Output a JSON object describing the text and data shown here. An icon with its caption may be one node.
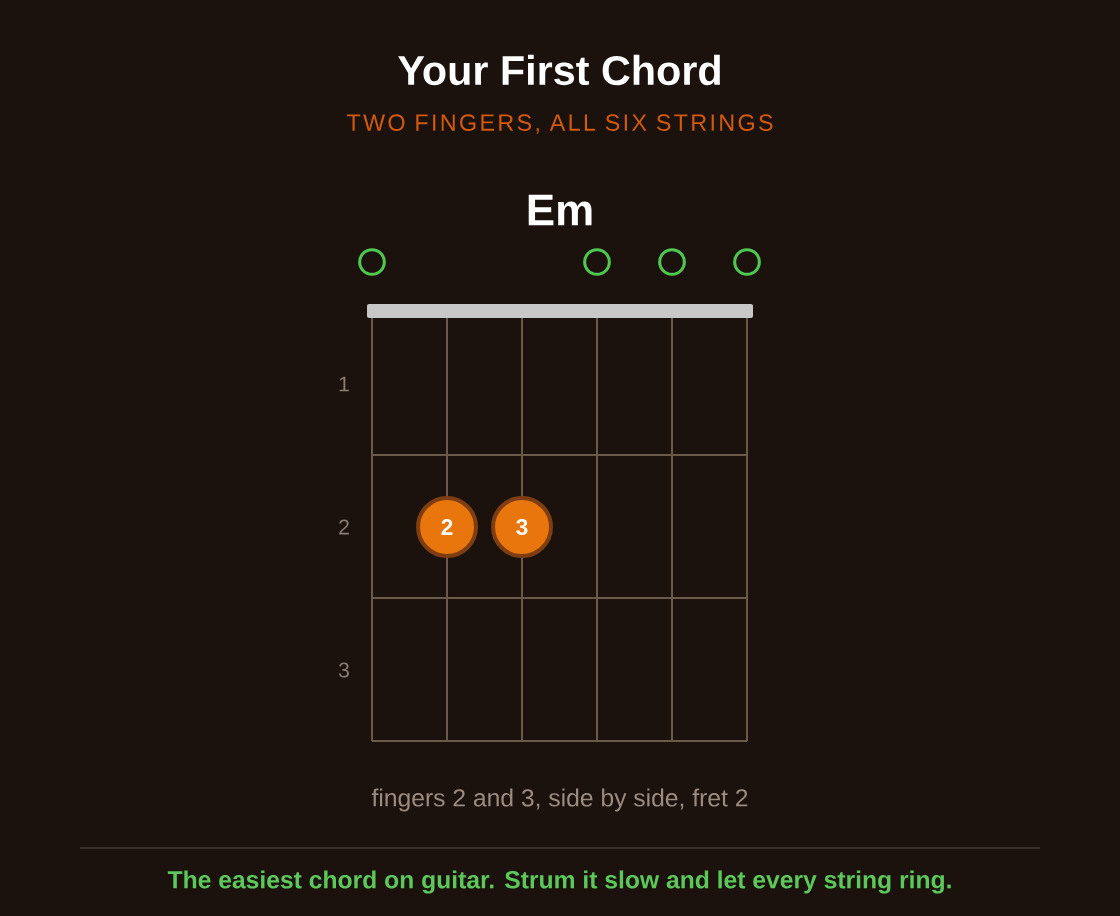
{
  "diagram": {
    "title": "Your First Chord",
    "caption": "The easiest chord on guitar. Strum it slow and let every string ring.",
    "nodes": [
      {
        "text": [],
        "shape": "circle"
      },
      {
        "text": [],
        "shape": "circle"
      },
      {
        "text": [],
        "shape": "circle"
      },
      {
        "text": [],
        "shape": "circle"
      },
      {
        "text": [
          "2"
        ]
      },
      {
        "text": [
          "3"
        ]
      }
    ],
    "labels": [
      "TWO FINGERS, ALL SIX STRINGS",
      "Em",
      "1",
      "2",
      "3",
      "fingers 2 and 3, side by side, fret 2"
    ]
  }
}
